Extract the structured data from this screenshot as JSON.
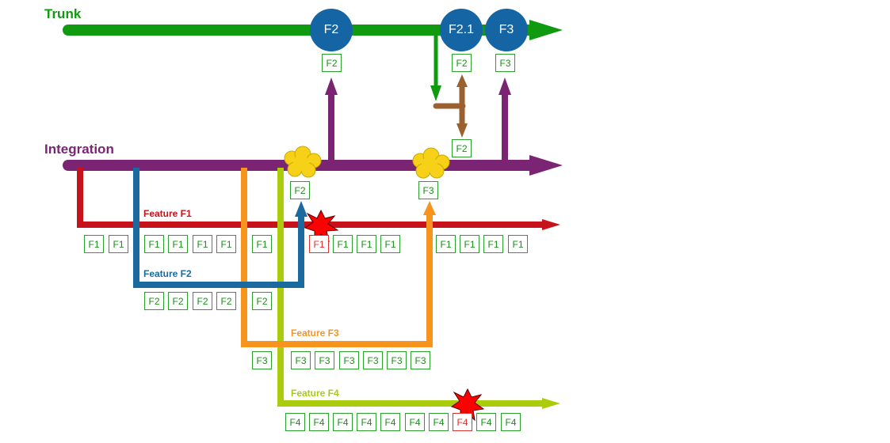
{
  "colors": {
    "trunk": "#0f9a0f",
    "integration": "#7a2473",
    "f1": "#c8121b",
    "f2": "#1a6aa0",
    "f3": "#f7941d",
    "f4": "#aacc0c",
    "merge_brown": "#9a6030",
    "release": "#1565a5",
    "cloud": "#f7d117",
    "conflict": "#ff0000"
  },
  "branches": {
    "trunk": "Trunk",
    "integration": "Integration",
    "f1": "Feature F1",
    "f2": "Feature F2",
    "f3": "Feature F3",
    "f4": "Feature F4"
  },
  "releases": {
    "r1": "F2",
    "r2": "F2.1",
    "r3": "F3"
  },
  "trunk_commits": {
    "c1": "F2",
    "c2": "F2",
    "c3": "F3"
  },
  "integration_commits": {
    "c_mid": "F2",
    "c1": "F2",
    "c2": "F3"
  },
  "f1_commits": [
    "F1",
    "F1",
    "F1",
    "F1",
    "F1",
    "F1",
    "F1",
    "F1",
    "F1",
    "F1",
    "F1",
    "F1",
    "F1",
    "F1"
  ],
  "f2_commits": [
    "F2",
    "F2",
    "F2",
    "F2",
    "F2"
  ],
  "f3_commits": [
    "F3",
    "F3",
    "F3",
    "F3",
    "F3",
    "F3",
    "F3"
  ],
  "f4_commits": [
    "F4",
    "F4",
    "F4",
    "F4",
    "F4",
    "F4",
    "F4",
    "F4",
    "F4",
    "F4"
  ]
}
